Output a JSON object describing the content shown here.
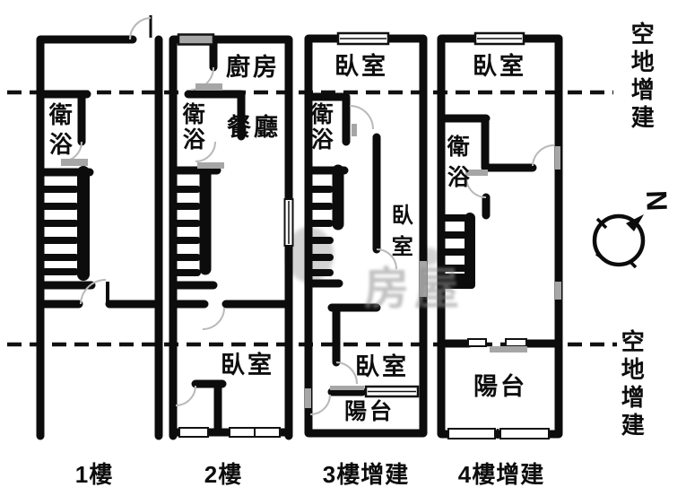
{
  "floors": [
    {
      "label": "1樓",
      "rooms": [
        {
          "name": "衛浴"
        }
      ]
    },
    {
      "label": "2樓",
      "rooms": [
        {
          "name": "廚房"
        },
        {
          "name": "餐廳"
        },
        {
          "name": "衛浴"
        },
        {
          "name": "臥室"
        }
      ]
    },
    {
      "label": "3樓增建",
      "rooms": [
        {
          "name": "臥室"
        },
        {
          "name": "衛浴"
        },
        {
          "name": "臥室"
        },
        {
          "name": "臥室"
        },
        {
          "name": "陽台"
        }
      ]
    },
    {
      "label": "4樓增建",
      "rooms": [
        {
          "name": "臥室"
        },
        {
          "name": "衛浴"
        },
        {
          "name": "陽台"
        }
      ]
    }
  ],
  "annotations": {
    "open_area_top": "空地增建",
    "open_area_bottom": "空地增建",
    "north_label": "N"
  },
  "watermark": "房屋",
  "colors": {
    "wall": "#0c0c0c",
    "fixture_gray": "#a6a6a6",
    "watermark_gray": "#8f8f8f"
  }
}
